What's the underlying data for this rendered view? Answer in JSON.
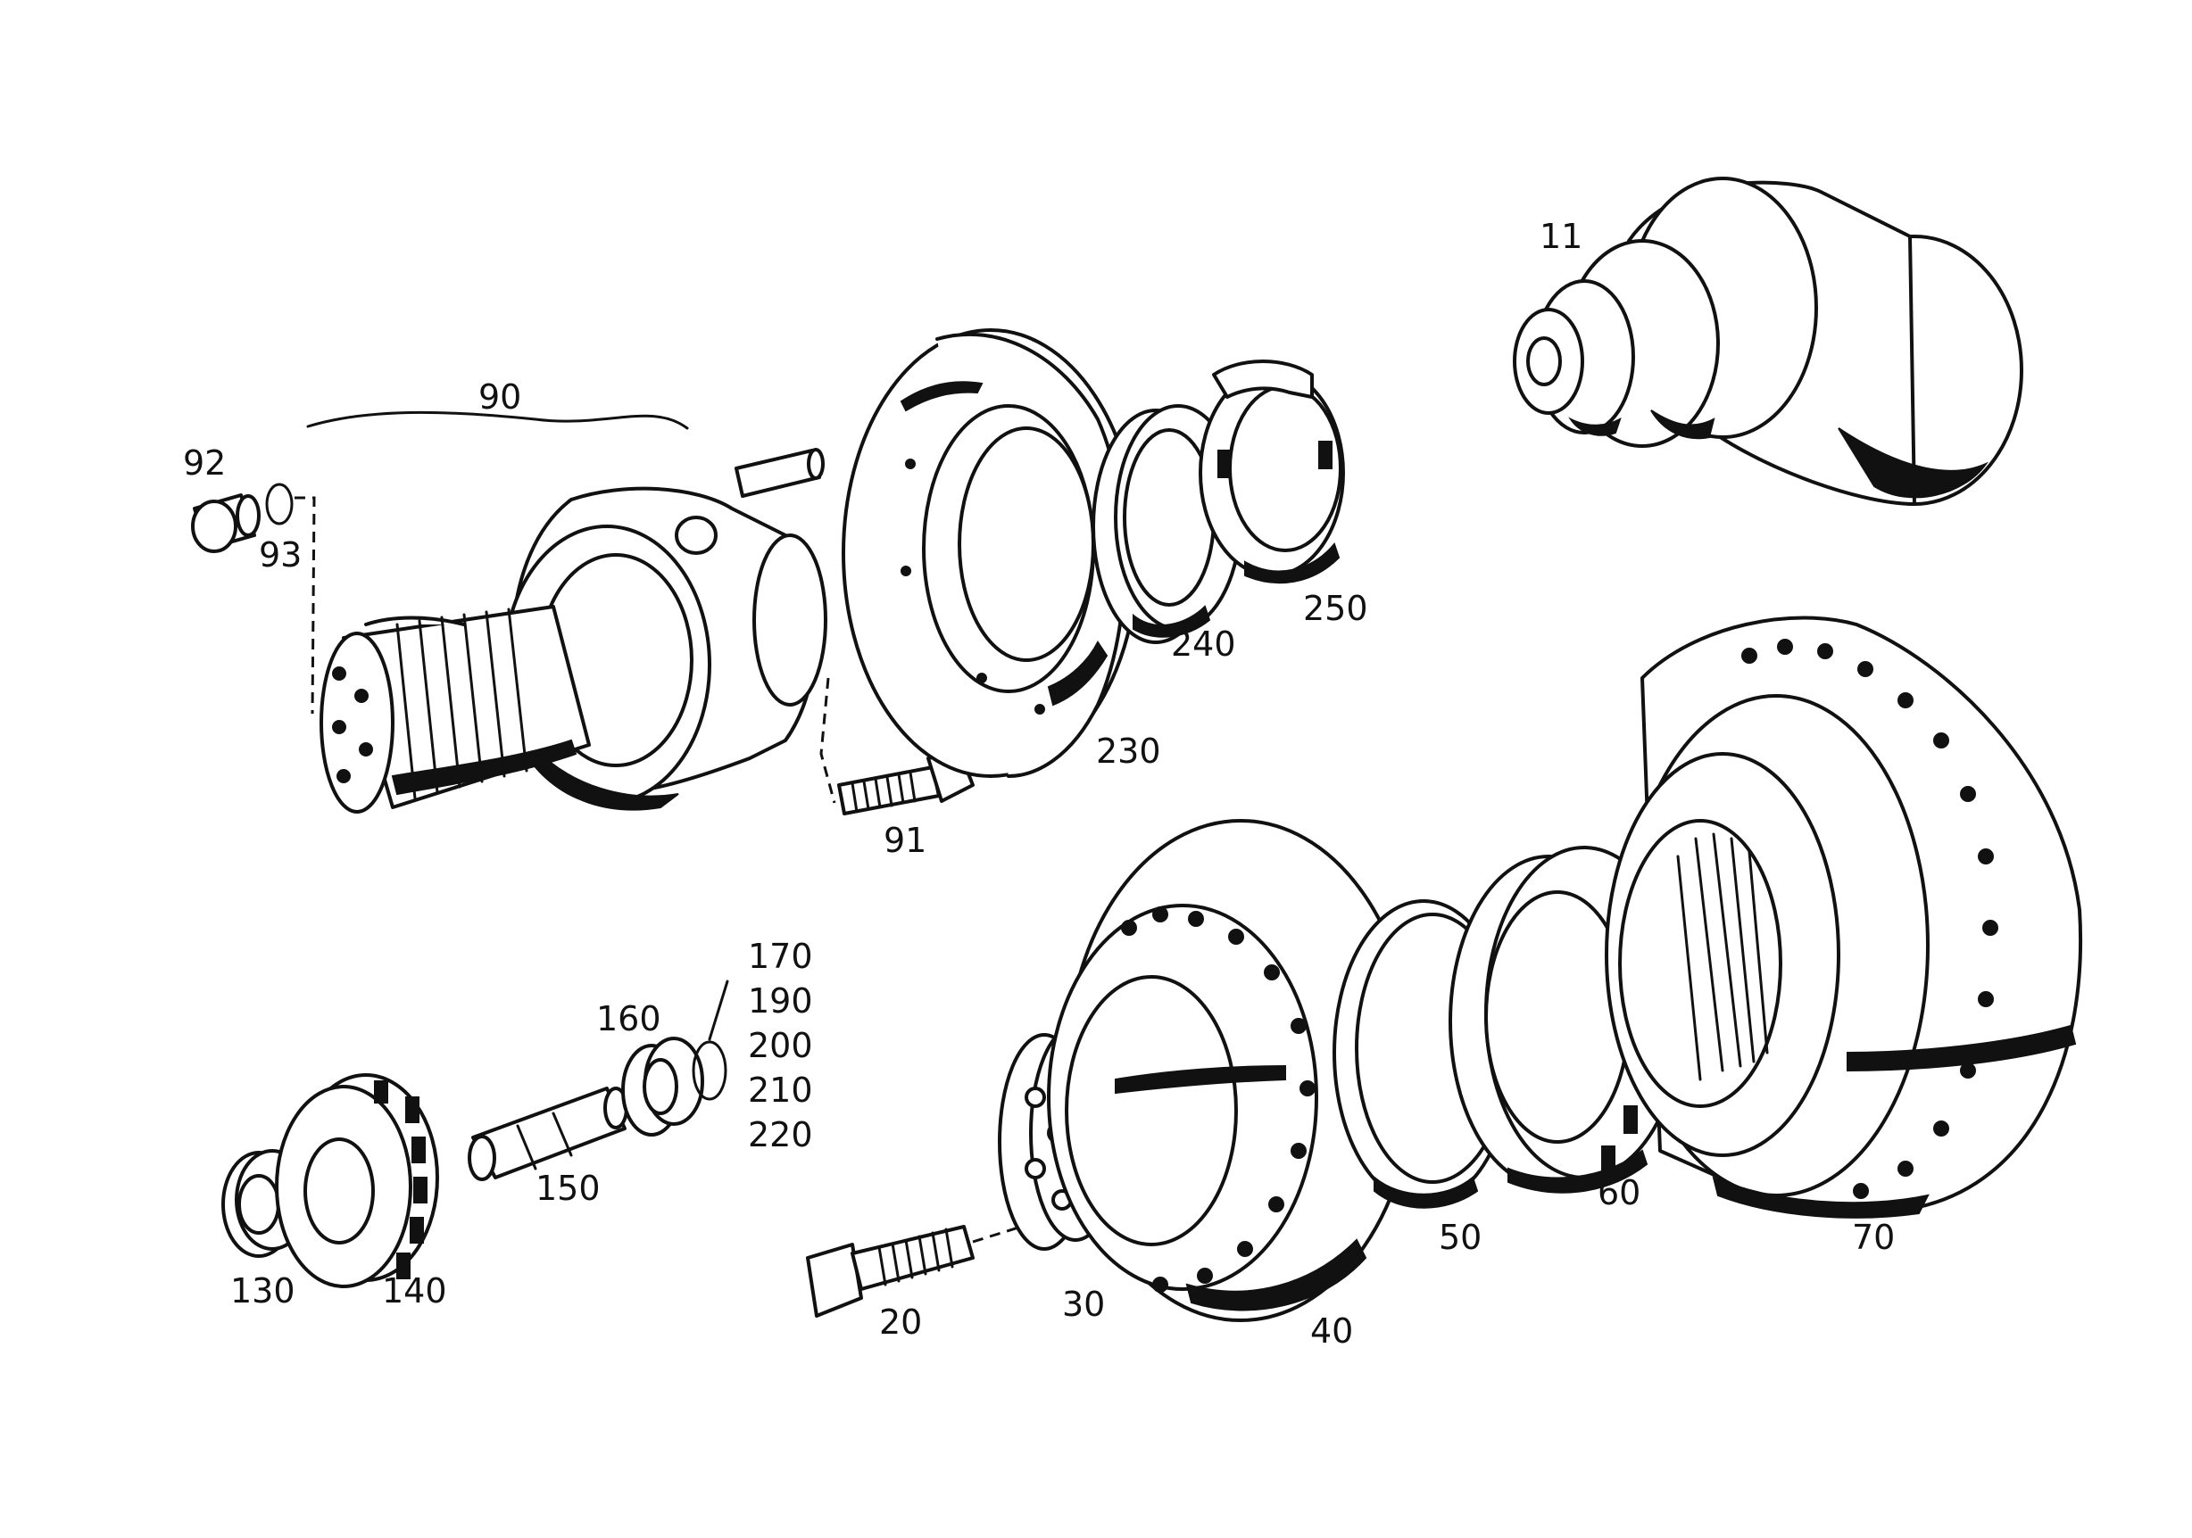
{
  "labels": {
    "p11": "11",
    "p90": "90",
    "p92": "92",
    "p93": "93",
    "p91": "91",
    "p230": "230",
    "p240": "240",
    "p250": "250",
    "p160": "160",
    "p170": "170",
    "p190": "190",
    "p200": "200",
    "p210": "210",
    "p220": "220",
    "p150": "150",
    "p130": "130",
    "p140": "140",
    "p20": "20",
    "p30": "30",
    "p40": "40",
    "p50": "50",
    "p60": "60",
    "p70": "70"
  }
}
